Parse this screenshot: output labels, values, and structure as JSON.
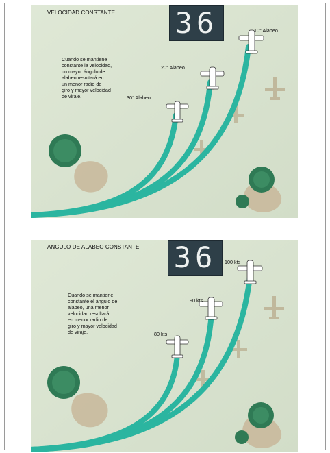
{
  "panels": [
    {
      "title": "VELOCIDAD CONSTANTE",
      "display": "36",
      "description": "Cuando se mantiene\nconstante la velocidad,\nun mayor ángulo de\nalabeo resultará en\nun menor radio de\ngiro y mayor velocidad\nde viraje.",
      "labels": [
        "10° Alabeo",
        "20° Alabeo",
        "30° Alabeo"
      ]
    },
    {
      "title": "ANGULO DE ALABEO CONSTANTE",
      "display": "36",
      "description": "Cuando se mantiene\nconstante el ángulo de\nalabeo, una menor\nvelocidad resultará\nen menor radio de\ngiro y mayor velocidad\nde viraje.",
      "labels": [
        "100 kts",
        "90 kts",
        "80 kts"
      ]
    }
  ],
  "colors": {
    "background": "#d9e3cf",
    "trail": "#2bb5a0",
    "tree": "#2f7a55",
    "ground": "#c8b79a",
    "display": "#2e3f48"
  }
}
